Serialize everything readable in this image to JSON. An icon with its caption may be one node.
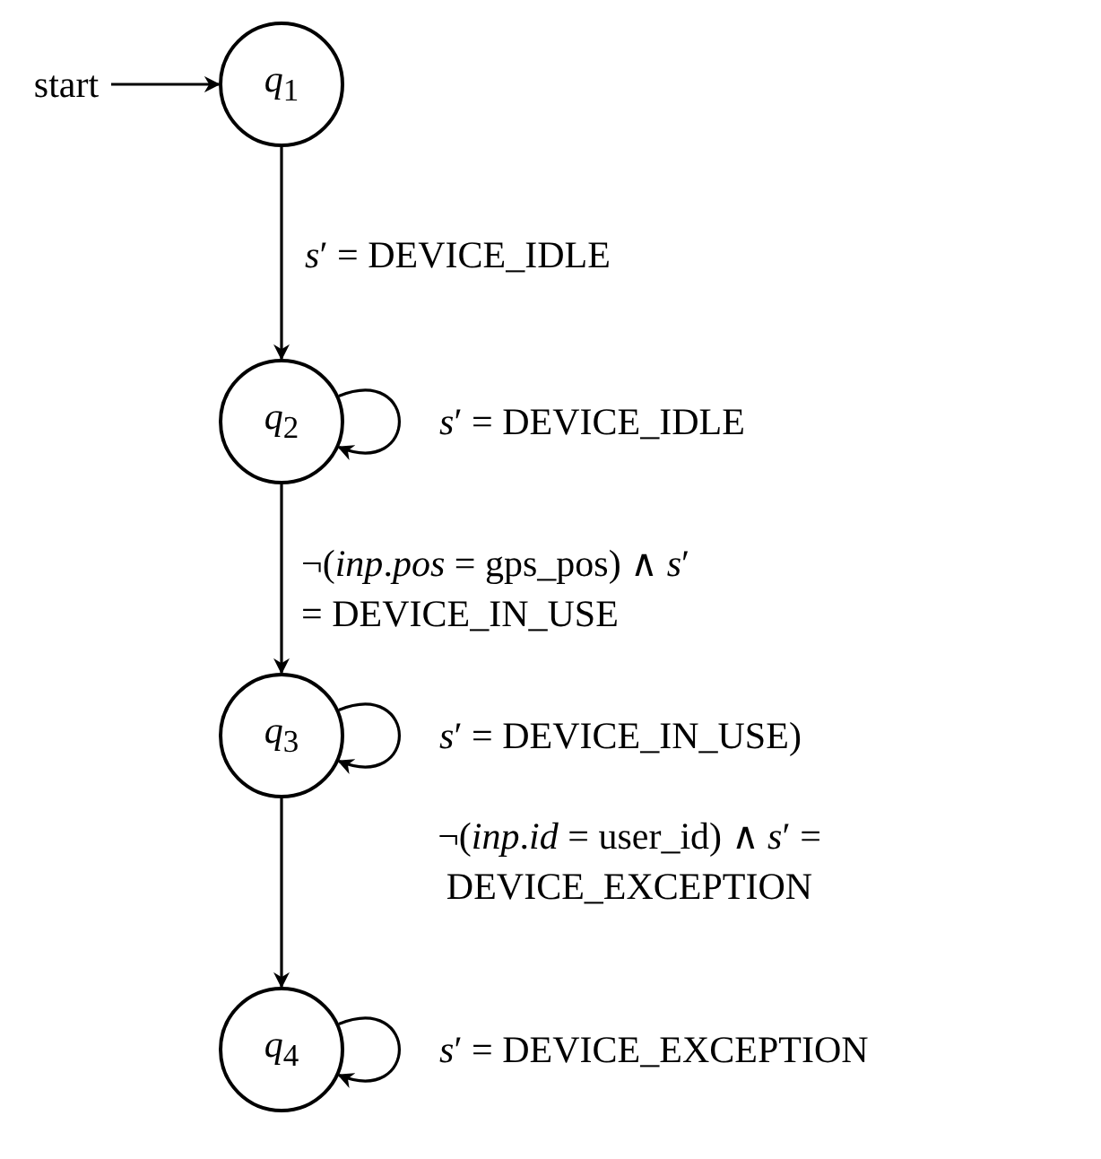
{
  "diagram": {
    "nodes": [
      {
        "text": [
          "start"
        ]
      },
      {
        "text": [
          "*q*$_{1}$"
        ]
      },
      {
        "text": [
          "*q*$_{2}$"
        ]
      },
      {
        "text": [
          "*q*$_{3}$"
        ]
      },
      {
        "text": [
          "*q*$_{4}$"
        ]
      }
    ],
    "edges": [
      {
        "from": 0,
        "to": 1,
        "arrow": "to"
      },
      {
        "from": 1,
        "to": 2,
        "arrow": "to",
        "label": "*s*′ = DEVICE_IDLE"
      },
      {
        "from": 2,
        "to": 2,
        "arrow": "to",
        "label": "*s*′ = DEVICE_IDLE"
      },
      {
        "from": 2,
        "to": 3,
        "arrow": "to",
        "label": "¬(*inp*.*pos* = gps_pos) ∧ *s*′ = DEVICE_IN_USE"
      },
      {
        "from": 3,
        "to": 3,
        "arrow": "to",
        "label": "*s*′ = DEVICE_IN_USE)"
      },
      {
        "from": 3,
        "to": 4,
        "arrow": "to",
        "label": "¬(*inp*.*id* = user_id) ∧ *s*′ = DEVICE_EXCEPTION"
      },
      {
        "from": 4,
        "to": 4,
        "arrow": "to",
        "label": "*s*′ = DEVICE_EXCEPTION"
      }
    ]
  }
}
